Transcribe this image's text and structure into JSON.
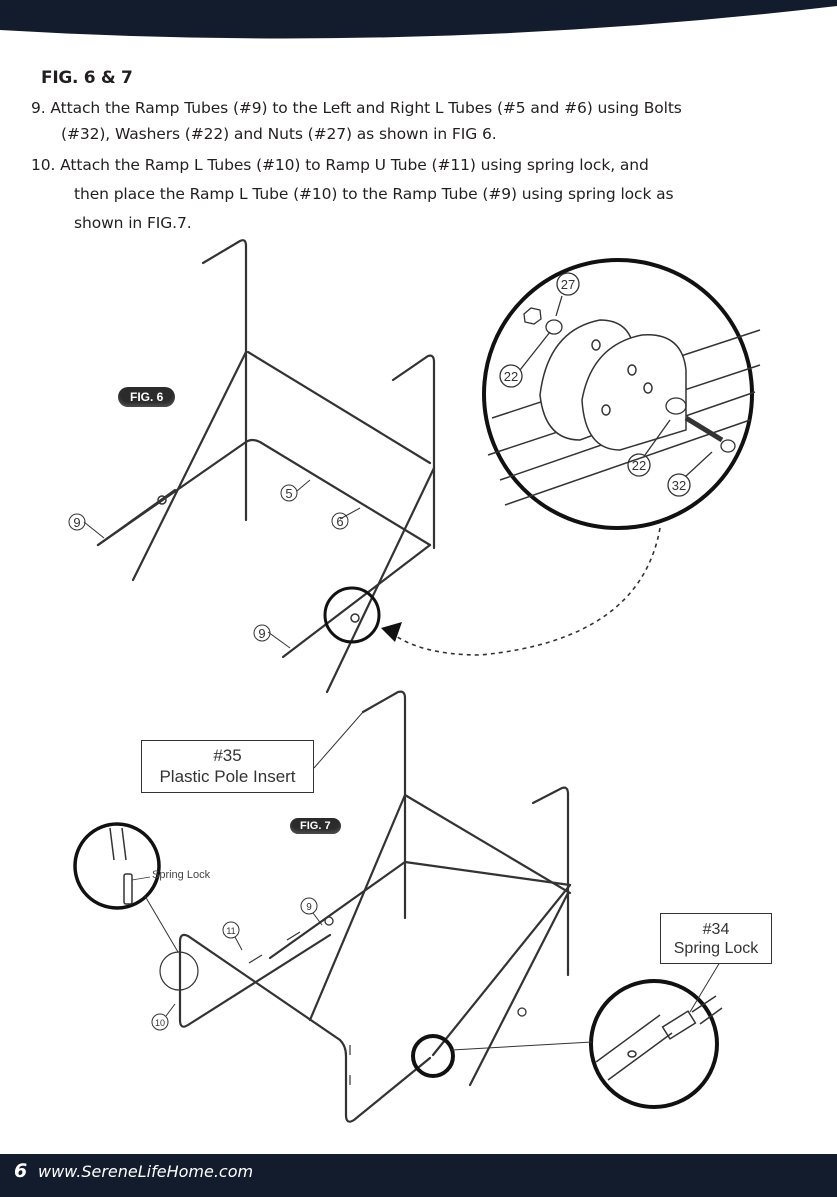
{
  "heading": "FIG. 6 & 7",
  "steps": {
    "s9_line1": "9. Attach the Ramp Tubes (#9) to the Left and Right L Tubes (#5 and #6) using Bolts",
    "s9_line2": "(#32), Washers (#22) and Nuts (#27) as shown in FIG 6.",
    "s10_line1": "10. Attach the Ramp L Tubes (#10) to Ramp U Tube (#11) using spring lock, and",
    "s10_line2": "then place the Ramp L Tube (#10) to the Ramp Tube (#9) using spring lock as",
    "s10_line3": "shown in FIG.7."
  },
  "fig6": {
    "badge": "FIG. 6",
    "parts": {
      "p9a": "9",
      "p9b": "9",
      "p5": "5",
      "p6": "6",
      "p27": "27",
      "p22a": "22",
      "p22b": "22",
      "p32": "32"
    }
  },
  "fig7": {
    "badge": "FIG. 7",
    "callout35_line1": "#35",
    "callout35_line2": "Plastic Pole Insert",
    "callout34_line1": "#34",
    "callout34_line2": "Spring Lock",
    "spring_lock_label": "Spring Lock",
    "parts": {
      "p9": "9",
      "p11": "11",
      "p10": "10"
    }
  },
  "footer": {
    "page_number": "6",
    "website": "www.SereneLifeHome.com"
  },
  "colors": {
    "band": "#131c2c",
    "ink": "#231f20"
  }
}
